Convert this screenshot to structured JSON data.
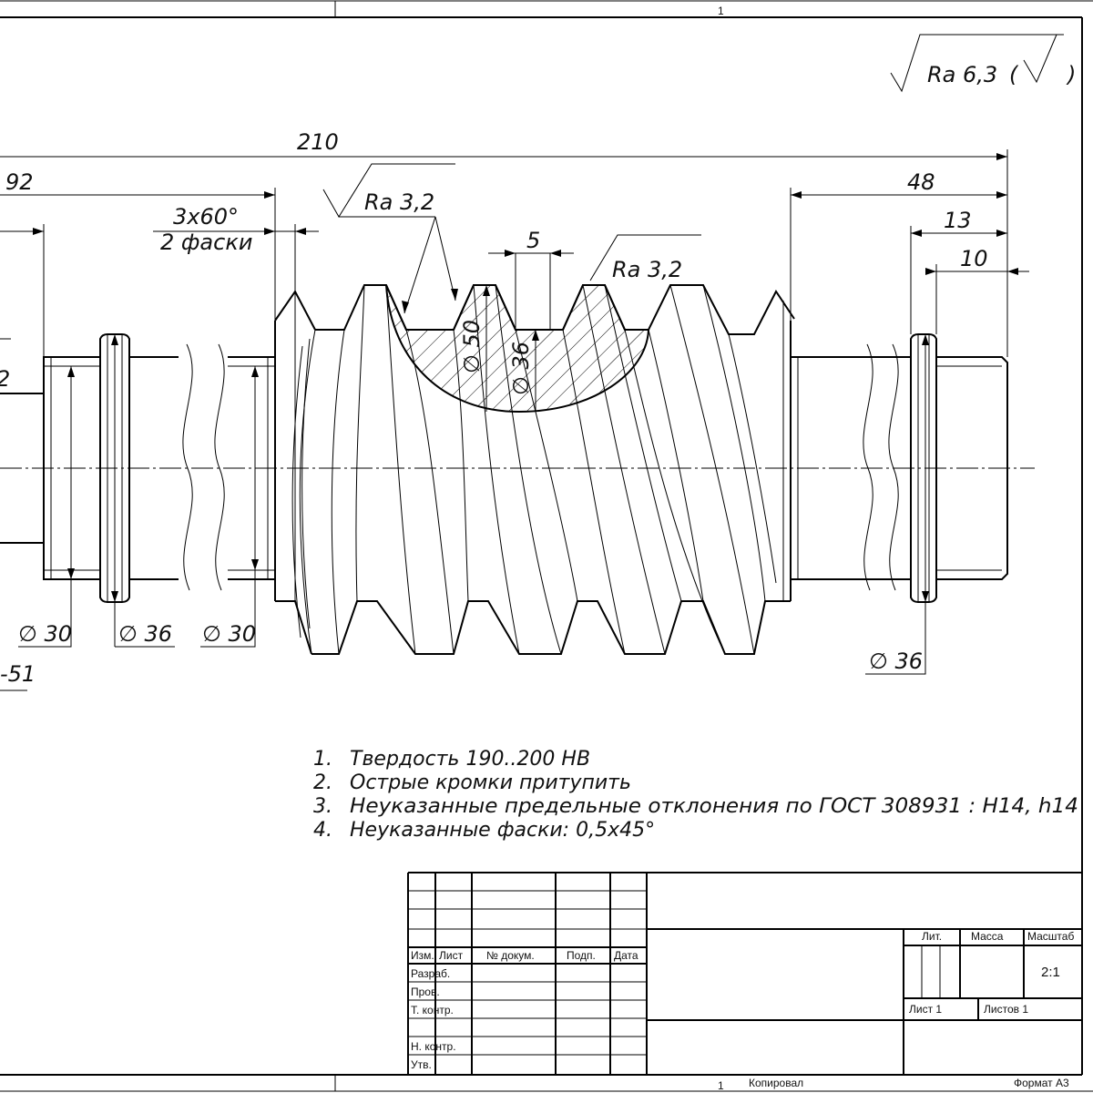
{
  "sheet": {
    "top_zone": "1",
    "bottom_zone": "1",
    "copied_label": "Копировал",
    "format_label": "Формат А3"
  },
  "surface": {
    "general_roughness": "Ra 6,3",
    "open_paren": "(",
    "close_paren": ")",
    "thread_roughness_1": "Ra 3,2",
    "thread_roughness_2": "Ra 3,2"
  },
  "dimensions": {
    "overall_length": "210",
    "left_length": "92",
    "chamfer_line1": "3x60°",
    "chamfer_line2": "2 фаски",
    "right_length": "48",
    "right_13": "13",
    "right_10": "10",
    "pitch_width": "5",
    "dia_outer_section": "∅ 50",
    "dia_root_section": "∅ 36",
    "dia_left_journal": "∅ 30",
    "dia_left_collar": "∅ 36",
    "dia_mid_journal": "∅ 30",
    "dia_right_collar": "∅ 36",
    "left_cut_label": "2",
    "left_bottom_label": "-51"
  },
  "notes": [
    {
      "num": "1.",
      "text": "Твердость 190..200 НВ"
    },
    {
      "num": "2.",
      "text": "Острые кромки притупить"
    },
    {
      "num": "3.",
      "text": "Неуказанные предельные отклонения по ГОСТ 308931 : H14, h14"
    },
    {
      "num": "4.",
      "text": "Неуказанные фаски: 0,5х45°"
    }
  ],
  "title_block": {
    "headers": {
      "izm": "Изм.",
      "list": "Лист",
      "doc": "№ докум.",
      "sign": "Подп.",
      "date": "Дата"
    },
    "rows": {
      "developed": "Разраб.",
      "checked": "Пров.",
      "tech_control": "Т. контр.",
      "norm_control": "Н. контр.",
      "approved": "Утв."
    },
    "lit_label": "Лит.",
    "mass_label": "Масса",
    "scale_label": "Масштаб",
    "scale_value": "2:1",
    "sheet_label": "Лист 1",
    "sheets_label": "Листов 1"
  }
}
